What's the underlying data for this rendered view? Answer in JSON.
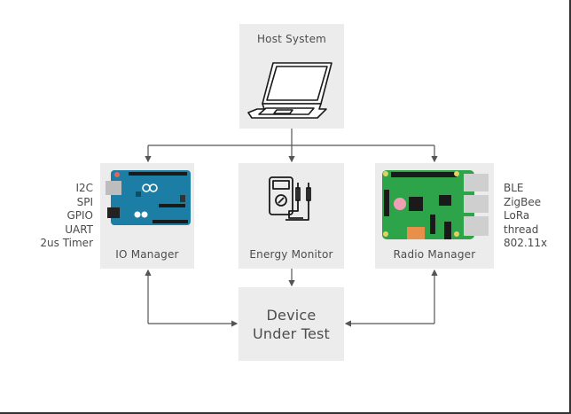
{
  "diagram": {
    "nodes": {
      "host": {
        "label": "Host System",
        "icon": "laptop-icon"
      },
      "io_manager": {
        "label": "IO Manager",
        "icon": "arduino-board-icon"
      },
      "energy_monitor": {
        "label": "Energy Monitor",
        "icon": "multimeter-icon"
      },
      "radio_manager": {
        "label": "Radio Manager",
        "icon": "raspberry-pi-board-icon"
      },
      "dut": {
        "label_line1": "Device",
        "label_line2": "Under Test"
      }
    },
    "io_interfaces": [
      "I2C",
      "SPI",
      "GPIO",
      "UART",
      "2us Timer"
    ],
    "radio_protocols": [
      "BLE",
      "ZigBee",
      "LoRa",
      "thread",
      "802.11x"
    ],
    "edges": [
      {
        "from": "Host System",
        "to": "IO Manager",
        "direction": "down"
      },
      {
        "from": "Host System",
        "to": "Energy Monitor",
        "direction": "down"
      },
      {
        "from": "Host System",
        "to": "Radio Manager",
        "direction": "down"
      },
      {
        "from": "Energy Monitor",
        "to": "Device Under Test",
        "direction": "down"
      },
      {
        "from": "IO Manager",
        "to": "Device Under Test",
        "direction": "bidirectional"
      },
      {
        "from": "Radio Manager",
        "to": "Device Under Test",
        "direction": "bidirectional"
      }
    ],
    "colors": {
      "box_fill": "#ececec",
      "connector": "#555555",
      "arduino_blue": "#1c7ea5",
      "rpi_green": "#2ea44a"
    }
  }
}
